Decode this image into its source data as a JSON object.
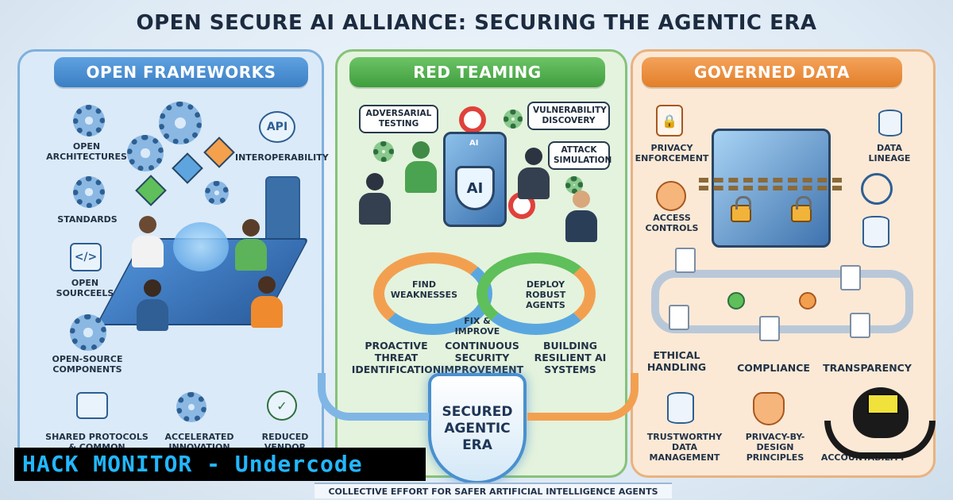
{
  "title": "OPEN SECURE AI ALLIANCE: SECURING THE AGENTIC ERA",
  "panels": {
    "left": {
      "header": "OPEN FRAMEWORKS",
      "labels": {
        "open_architectures": "OPEN ARCHITECTURES",
        "interoperability": "INTEROPERABILITY",
        "api": "API",
        "standards": "STANDARDS",
        "open_sources": "OPEN SOURCEELS",
        "open_source_components": "OPEN-SOURCE COMPONENTS",
        "shared_protocols": "SHARED PROTOCOLS & COMMON",
        "accelerated_innovation": "ACCELERATED INNOVATION THROUGH",
        "reduced_vendor": "REDUCED VENDOR"
      }
    },
    "middle": {
      "header": "RED TEAMING",
      "bubbles": {
        "adversarial": "ADVERSARIAL TESTING",
        "vulnerability": "VULNERABILITY DISCOVERY",
        "attack": "ATTACK SIMULATION"
      },
      "server_badge": "AI",
      "shield_badge": "AI",
      "loop": {
        "find": "FIND WEAKNESSES",
        "fix": "FIX & IMPROVE",
        "deploy": "DEPLOY ROBUST AGENTS"
      },
      "labels": {
        "proactive": "PROACTIVE THREAT IDENTIFICATION",
        "continuous": "CONTINUOUS SECURITY IMPROVEMENT",
        "building": "BUILDING RESILIENT AI SYSTEMS"
      }
    },
    "right": {
      "header": "GOVERNED DATA",
      "labels": {
        "privacy_enforcement": "PRIVACY ENFORCEMENT",
        "data_lineage": "DATA LINEAGE",
        "access_controls": "ACCESS CONTROLS",
        "ethical_handling": "ETHICAL HANDLING",
        "compliance": "COMPLIANCE",
        "transparency": "TRANSPARENCY",
        "trustworthy": "TRUSTWORTHY DATA MANAGEMENT",
        "privacy_by_design": "PRIVACY-BY-DESIGN PRINCIPLES",
        "accountability": "ACCOUNTABILITY"
      }
    }
  },
  "center_shield": "SECURED AGENTIC ERA",
  "footer": "COLLECTIVE EFFORT FOR SAFER ARTIFICIAL INTELLIGENCE AGENTS",
  "watermark": "HACK MONITOR - Undercode",
  "colors": {
    "blue": "#3b7fc4",
    "green": "#3f9e3e",
    "orange": "#e27f2a",
    "watermark_text": "#22b7ff"
  }
}
